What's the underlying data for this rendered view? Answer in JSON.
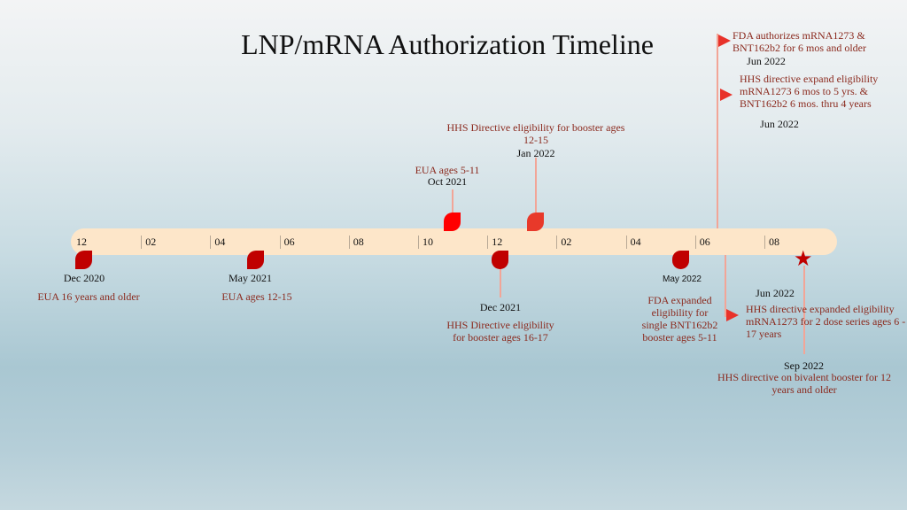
{
  "title": "LNP/mRNA Authorization Timeline",
  "axis_ticks": [
    "12",
    "02",
    "04",
    "06",
    "08",
    "10",
    "12",
    "02",
    "04",
    "06",
    "08"
  ],
  "events": [
    {
      "date": "Dec 2020",
      "desc": "EUA 16 years and older"
    },
    {
      "date": "May 2021",
      "desc": "EUA ages 12-15"
    },
    {
      "date": "Oct 2021",
      "desc": "EUA ages 5-11"
    },
    {
      "date": "Dec 2021",
      "desc": "HHS Directive eligibility for booster ages 16-17"
    },
    {
      "date": "Jan 2022",
      "desc": "HHS Directive eligibility for booster ages 12-15"
    },
    {
      "date": "May 2022",
      "desc": "FDA expanded eligibility for single BNT162b2 booster ages 5-11"
    },
    {
      "date": "Jun 2022",
      "desc": "FDA authorizes mRNA1273 & BNT162b2 for 6 mos and older"
    },
    {
      "date": "Jun 2022",
      "desc": "HHS directive expand eligibility mRNA1273 6 mos to 5 yrs. & BNT162b2 6 mos. thru 4 years"
    },
    {
      "date": "Jun 2022",
      "desc": "HHS directive expanded eligibility mRNA1273 for 2 dose  series ages 6 - 17 years"
    },
    {
      "date": "Sep 2022",
      "desc": "HHS directive on bivalent booster for 12 years and older"
    }
  ],
  "colors": {
    "bar": "#fde6c9",
    "marker_dark": "#c00000",
    "marker_red": "#ff0000",
    "marker_orange": "#e8392a",
    "text": "#8b2a1e"
  }
}
